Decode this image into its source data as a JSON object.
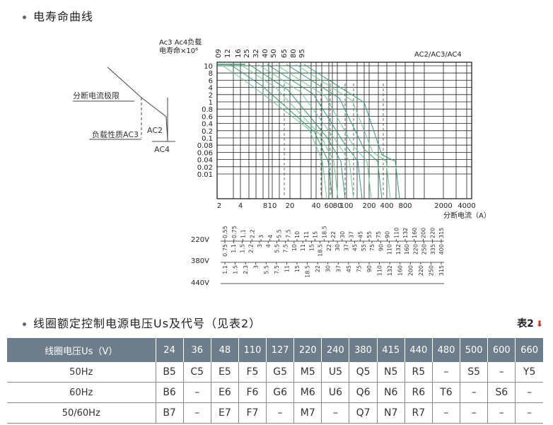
{
  "section1_title": "电寿命曲线",
  "section2_title": "线圈额定控制电源电压Us及代号（见表2）",
  "table_ref": "表2",
  "curve": {
    "y_label_line1": "Ac3 Ac4负载",
    "y_label_line2": "电寿命×10⁶",
    "series_label": "AC2/AC3/AC4",
    "x_unit_label": "分断电流（A）",
    "y_ticks": [
      "10",
      "8",
      "6",
      "4",
      "2",
      "1",
      "0.8",
      "0.6",
      "0.4",
      "0.2",
      "0.1",
      "0.08",
      "0.06",
      "0.04",
      "0.02",
      "0.01"
    ],
    "x_ticks": [
      "2",
      "4",
      "8",
      "10",
      "20",
      "40",
      "60",
      "80",
      "100",
      "200",
      "400",
      "800",
      "2000",
      "4000"
    ],
    "top_labels": [
      "09",
      "12",
      "16",
      "25",
      "32",
      "40",
      "50",
      "65",
      "80",
      "95"
    ],
    "diagram_labels": {
      "break_limit": "分断电流极限",
      "load_nature": "负载性质AC3",
      "ac2": "AC2",
      "ac4": "AC4"
    }
  },
  "voltage_scale": {
    "rows": [
      {
        "label": "220V",
        "upper": [
          "0.55",
          "0.75",
          "1.1",
          "2.2",
          "3",
          "4",
          "5.5",
          "7.5",
          "10",
          "11",
          "15",
          "18.5",
          "22",
          "30",
          "37",
          "45",
          "55",
          "75",
          "90",
          "110",
          "132",
          "160",
          "200",
          "220",
          "315"
        ],
        "lower": [
          "0.75",
          "1.1",
          "1.5",
          "2.2",
          "3",
          "4",
          "5.5",
          "7.5",
          "10",
          "11",
          "15",
          "18.5",
          "22",
          "30",
          "37",
          "45",
          "55",
          "75",
          "90",
          "110",
          "132",
          "160",
          "220",
          "250",
          "335",
          "400"
        ]
      },
      {
        "label": "380V",
        "lower": [
          "1.1",
          "1.5",
          "2.3",
          "3",
          "5.5",
          "7.5",
          "11",
          "15",
          "18.5",
          "22",
          "30",
          "37",
          "45",
          "75",
          "90",
          "110",
          "132",
          "160",
          "200",
          "220",
          "250",
          "315"
        ]
      },
      {
        "label": "440V"
      }
    ]
  },
  "coil_table": {
    "header_label": "线圈电压Us（V）",
    "voltages": [
      "24",
      "36",
      "48",
      "110",
      "127",
      "220",
      "240",
      "380",
      "415",
      "440",
      "480",
      "500",
      "600",
      "660"
    ],
    "rows": [
      {
        "freq": "50Hz",
        "codes": [
          "B5",
          "C5",
          "E5",
          "F5",
          "G5",
          "M5",
          "U5",
          "Q5",
          "N5",
          "R5",
          "–",
          "S5",
          "–",
          "Y5"
        ]
      },
      {
        "freq": "60Hz",
        "codes": [
          "B6",
          "–",
          "E6",
          "F6",
          "G6",
          "M6",
          "U6",
          "Q6",
          "N6",
          "R6",
          "T6",
          "–",
          "S6",
          "–"
        ]
      },
      {
        "freq": "50/60Hz",
        "codes": [
          "B7",
          "–",
          "E7",
          "F7",
          "–",
          "M7",
          "–",
          "Q7",
          "N7",
          "R7",
          "–",
          "–",
          "–",
          "–"
        ]
      }
    ]
  }
}
